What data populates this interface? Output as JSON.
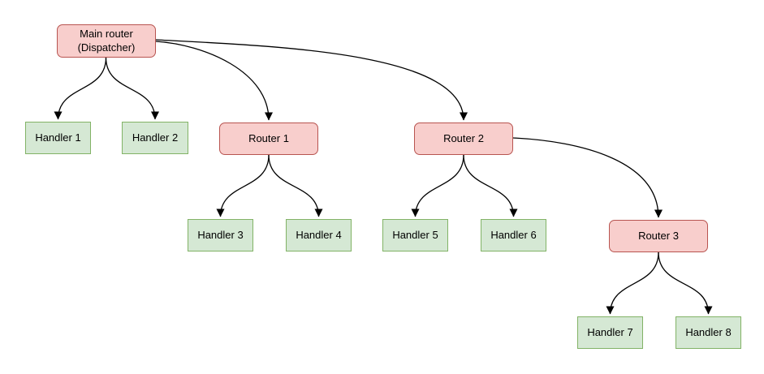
{
  "diagram": {
    "type": "tree-flowchart",
    "nodes": [
      {
        "id": "main-router",
        "label": "Main router\n(Dispatcher)",
        "kind": "router"
      },
      {
        "id": "handler-1",
        "label": "Handler 1",
        "kind": "handler"
      },
      {
        "id": "handler-2",
        "label": "Handler 2",
        "kind": "handler"
      },
      {
        "id": "router-1",
        "label": "Router 1",
        "kind": "router"
      },
      {
        "id": "router-2",
        "label": "Router 2",
        "kind": "router"
      },
      {
        "id": "handler-3",
        "label": "Handler 3",
        "kind": "handler"
      },
      {
        "id": "handler-4",
        "label": "Handler 4",
        "kind": "handler"
      },
      {
        "id": "handler-5",
        "label": "Handler 5",
        "kind": "handler"
      },
      {
        "id": "handler-6",
        "label": "Handler 6",
        "kind": "handler"
      },
      {
        "id": "router-3",
        "label": "Router 3",
        "kind": "router"
      },
      {
        "id": "handler-7",
        "label": "Handler 7",
        "kind": "handler"
      },
      {
        "id": "handler-8",
        "label": "Handler 8",
        "kind": "handler"
      }
    ],
    "edges": [
      {
        "from": "main-router",
        "to": "handler-1",
        "arrow": "end"
      },
      {
        "from": "main-router",
        "to": "handler-2",
        "arrow": "end"
      },
      {
        "from": "main-router",
        "to": "router-1",
        "arrow": "end"
      },
      {
        "from": "main-router",
        "to": "router-2",
        "arrow": "end"
      },
      {
        "from": "router-1",
        "to": "handler-3",
        "arrow": "end"
      },
      {
        "from": "router-1",
        "to": "handler-4",
        "arrow": "end"
      },
      {
        "from": "router-2",
        "to": "handler-5",
        "arrow": "end"
      },
      {
        "from": "router-2",
        "to": "handler-6",
        "arrow": "end"
      },
      {
        "from": "router-2",
        "to": "router-3",
        "arrow": "end"
      },
      {
        "from": "router-3",
        "to": "handler-7",
        "arrow": "end"
      },
      {
        "from": "router-3",
        "to": "handler-8",
        "arrow": "end"
      }
    ],
    "colors": {
      "router_fill": "#f8cecc",
      "router_border": "#b85450",
      "handler_fill": "#d5e8d4",
      "handler_border": "#82b366",
      "edge_stroke": "#000000",
      "background": "#ffffff",
      "text": "#000000"
    }
  }
}
